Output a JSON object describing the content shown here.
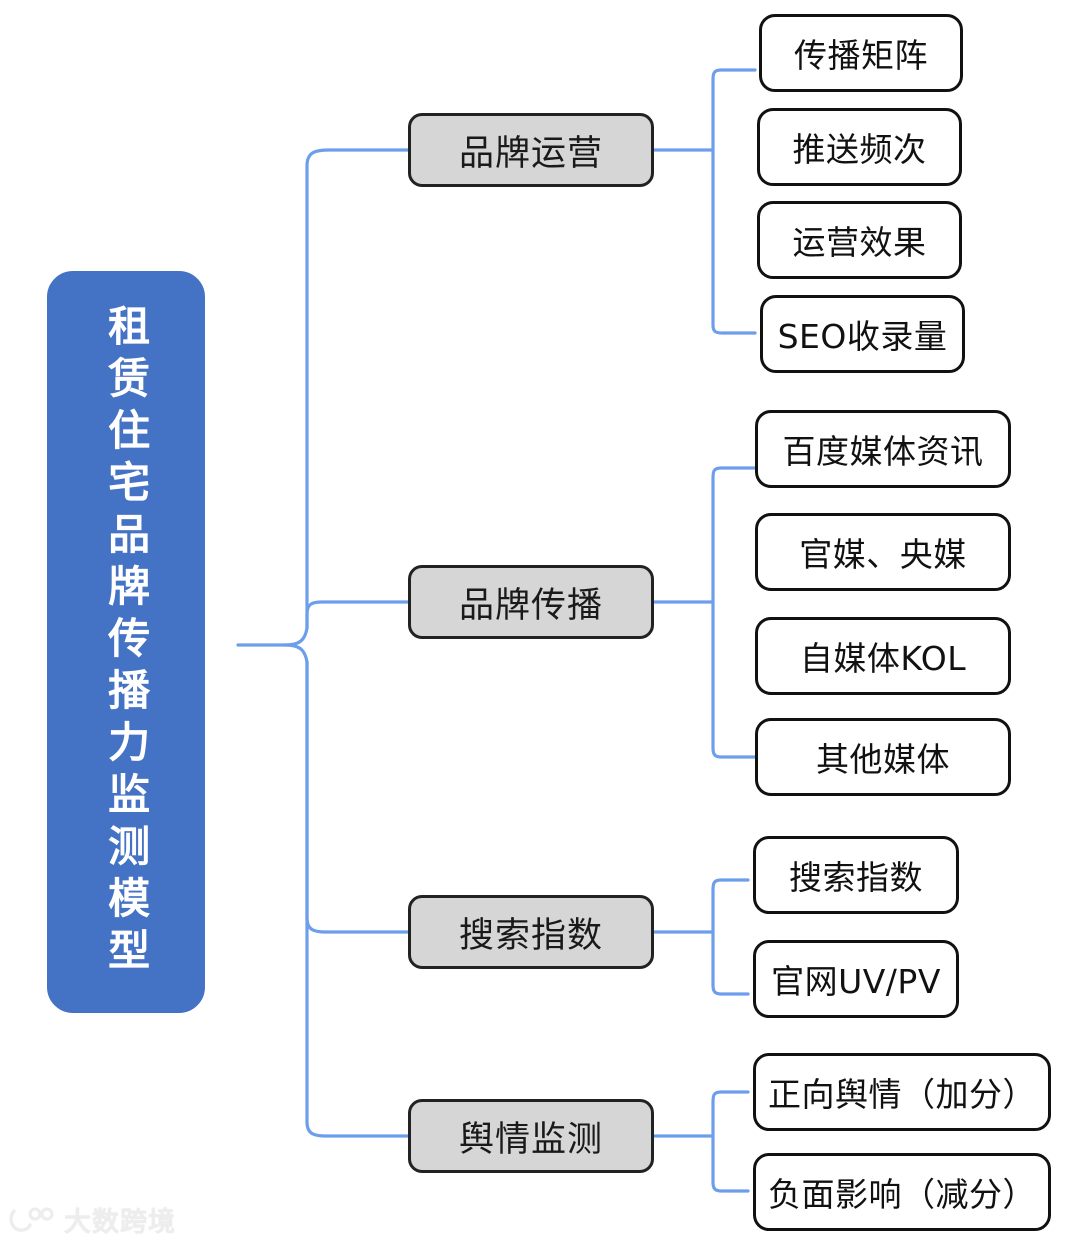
{
  "diagram": {
    "type": "mindmap",
    "title": "租赁住宅品牌传播力监测模型",
    "colors": {
      "root_fill": "#4472C4",
      "root_text": "#FFFFFF",
      "category_fill": "#D6D6D6",
      "node_border": "#111111",
      "connector": "#6D9EEB",
      "leaf_fill": "#FFFFFF",
      "background": "#FFFFFF"
    },
    "root": {
      "label": "租赁住宅品牌传播力监测模型",
      "orientation": "vertical"
    },
    "branches": [
      {
        "label": "品牌运营",
        "children": [
          {
            "label": "传播矩阵"
          },
          {
            "label": "推送频次"
          },
          {
            "label": "运营效果"
          },
          {
            "label": "SEO收录量"
          }
        ]
      },
      {
        "label": "品牌传播",
        "children": [
          {
            "label": "百度媒体资讯"
          },
          {
            "label": "官媒、央媒"
          },
          {
            "label": "自媒体KOL"
          },
          {
            "label": "其他媒体"
          }
        ]
      },
      {
        "label": "搜索指数",
        "children": [
          {
            "label": "搜索指数"
          },
          {
            "label": "官网UV/PV"
          }
        ]
      },
      {
        "label": "舆情监测",
        "children": [
          {
            "label": "正向舆情（加分）"
          },
          {
            "label": "负面影响（减分）"
          }
        ]
      }
    ]
  },
  "watermark": {
    "text": "大数跨境",
    "logo_icon": "brand-logo-icon"
  }
}
